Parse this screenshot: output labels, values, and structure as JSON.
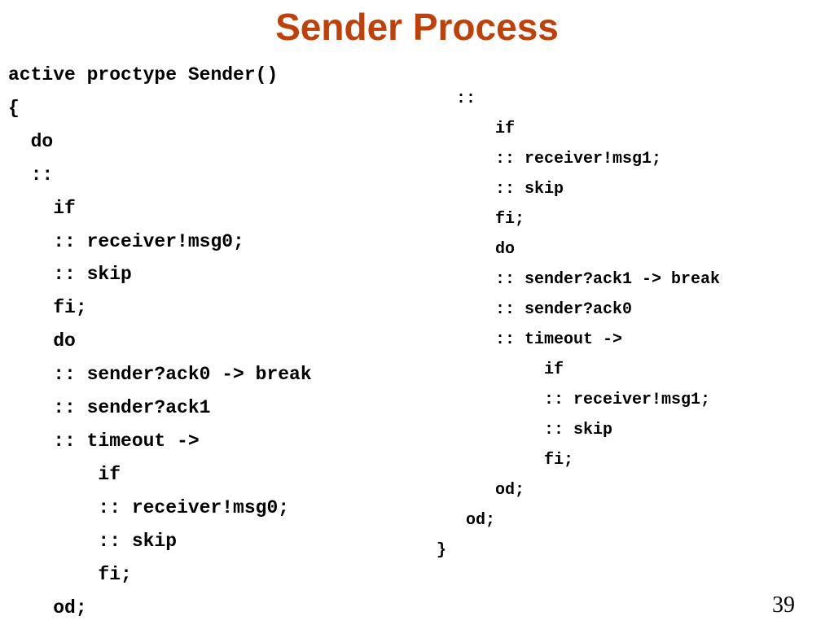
{
  "slide": {
    "title": "Sender Process",
    "title_color": "#c0400a",
    "page_number": "39"
  },
  "code_left": {
    "lines": [
      "active proctype Sender()",
      "{",
      "  do",
      "  ::",
      "    if",
      "    :: receiver!msg0;",
      "    :: skip",
      "    fi;",
      "    do",
      "    :: sender?ack0 -> break",
      "    :: sender?ack1",
      "    :: timeout ->",
      "        if",
      "        :: receiver!msg0;",
      "        :: skip",
      "        fi;",
      "    od;"
    ]
  },
  "code_right": {
    "lines": [
      "  ::",
      "      if",
      "      :: receiver!msg1;",
      "      :: skip",
      "      fi;",
      "      do",
      "      :: sender?ack1 -> break",
      "      :: sender?ack0",
      "      :: timeout ->",
      "           if",
      "           :: receiver!msg1;",
      "           :: skip",
      "           fi;",
      "      od;",
      "   od;",
      "}"
    ]
  }
}
